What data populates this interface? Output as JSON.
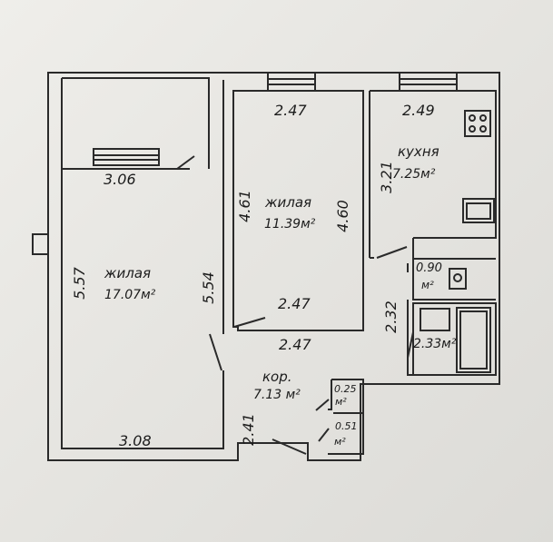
{
  "rooms": {
    "living_left": {
      "name": "жилая",
      "area": "17.07м²",
      "width_bottom": "3.08",
      "width_top": "3.06",
      "height_left": "5.57",
      "height_right": "5.54"
    },
    "living_middle": {
      "name": "жилая",
      "area": "11.39м²",
      "width_top": "2.47",
      "width_bottom": "2.47",
      "height_left": "4.61",
      "height_right": "4.60"
    },
    "kitchen": {
      "name": "кухня",
      "area": "7.25м²",
      "width_top": "2.49",
      "height_left": "3.21"
    },
    "corridor": {
      "name": "кор.",
      "area": "7.13 м²",
      "width_top": "2.47",
      "height_left": "2.41"
    },
    "wc": {
      "area_value": "0.90",
      "area_unit": "м²"
    },
    "bath": {
      "area": "2.33м²",
      "height_left": "2.32"
    },
    "closet_a": {
      "area_value": "0.25",
      "area_unit": "м²"
    },
    "closet_b": {
      "area_value": "0.51",
      "area_unit": "м²"
    }
  },
  "colors": {
    "ink": "#2a2a2a",
    "paper": "#e9e8e4"
  }
}
